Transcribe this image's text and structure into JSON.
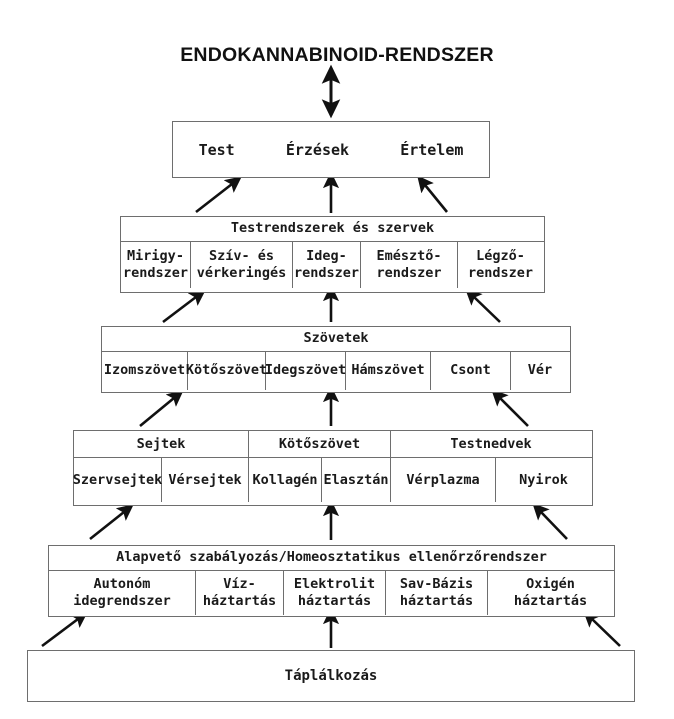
{
  "title": "ENDOKANNABINOID-RENDSZER",
  "top_connector": {
    "icon": "double-headed-vertical-arrow",
    "direction": "bidirectional"
  },
  "levels": [
    {
      "id": "level-1-experience",
      "header": null,
      "labels": [
        "Test",
        "Érzések",
        "Értelem"
      ]
    },
    {
      "id": "level-2-body-systems",
      "header": "Testrendszerek és szervek",
      "cells": [
        "Mirigy-\nrendszer",
        "Szív- és\nvérkeringés",
        "Ideg-\nrendszer",
        "Emésztő-\nrendszer",
        "Légző-\nrendszer"
      ],
      "widths": [
        70,
        102,
        68,
        97,
        88
      ]
    },
    {
      "id": "level-3-tissues",
      "header": "Szövetek",
      "cells": [
        "Izomszövet",
        "Kötőszövet",
        "Idegszövet",
        "Hámszövet",
        "Csont",
        "Vér"
      ],
      "widths": [
        86,
        78,
        80,
        85,
        80,
        61
      ]
    },
    {
      "id": "level-4-cells-fluids",
      "groups": [
        {
          "header": "Sejtek",
          "cells": [
            "Szervsejtek",
            "Vérsejtek"
          ],
          "widths": [
            88,
            87
          ]
        },
        {
          "header": "Kötőszövet",
          "cells": [
            "Kollagén",
            "Elasztán"
          ],
          "widths": [
            73,
            69
          ]
        },
        {
          "header": "Testnedvek",
          "cells": [
            "Vérplazma",
            "Nyirok"
          ],
          "widths": [
            105,
            98
          ]
        }
      ],
      "group_widths": [
        175,
        142,
        203
      ]
    },
    {
      "id": "level-5-homeostasis",
      "header": "Alapvető szabályozás/Homeosztatikus ellenőrzőrendszer",
      "cells": [
        "Autonóm\nidegrendszer",
        "Víz-\nháztartás",
        "Elektrolit\nháztartás",
        "Sav-Bázis\nháztartás",
        "Oxigén\nháztartás"
      ],
      "widths": [
        147,
        88,
        102,
        102,
        128
      ]
    },
    {
      "id": "level-6-nutrition",
      "header": null,
      "label": "Táplálkozás"
    }
  ],
  "connectors": {
    "description": "Three upward arrows between each adjacent level: left diagonal, centre vertical, right diagonal",
    "count_per_gap": 3,
    "direction": "upward"
  },
  "colors": {
    "background": "#ffffff",
    "border": "#6e6e6e",
    "text": "#1a1a1a",
    "title": "#111111",
    "arrow": "#111111"
  }
}
